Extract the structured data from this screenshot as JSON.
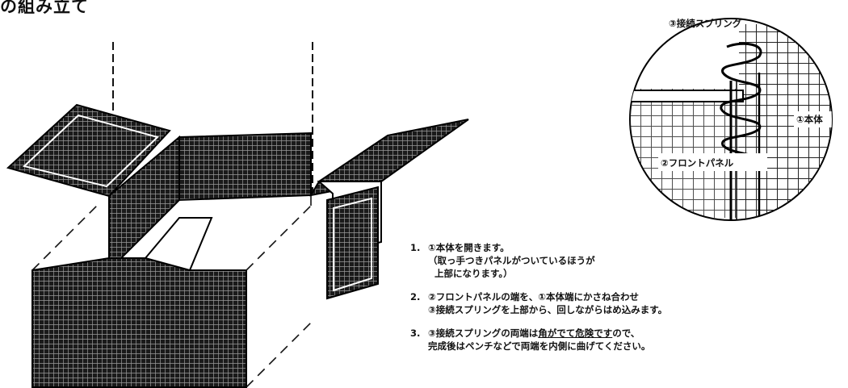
{
  "title": "の組み立て",
  "callouts": {
    "connecting_spring": "③接続スプリング",
    "main_body": "①本体",
    "front_panel": "②フロントパネル"
  },
  "steps": [
    {
      "num": "1.",
      "line1": "①本体を開きます。",
      "line2": "（取っ手つきパネルがついているほうが",
      "line3": "上部になります。）"
    },
    {
      "num": "2.",
      "line1": "②フロントパネルの端を、①本体端にかさね合わせ",
      "line2": "③接続スプリングを上部から、回しながらはめ込みます。"
    },
    {
      "num": "3.",
      "line1_a": "③接続スプリングの両端は",
      "line1_b": "角がでて危険です",
      "line1_c": "ので、",
      "line2": "完成後はペンチなどで両端を内側に曲げてください。"
    }
  ]
}
